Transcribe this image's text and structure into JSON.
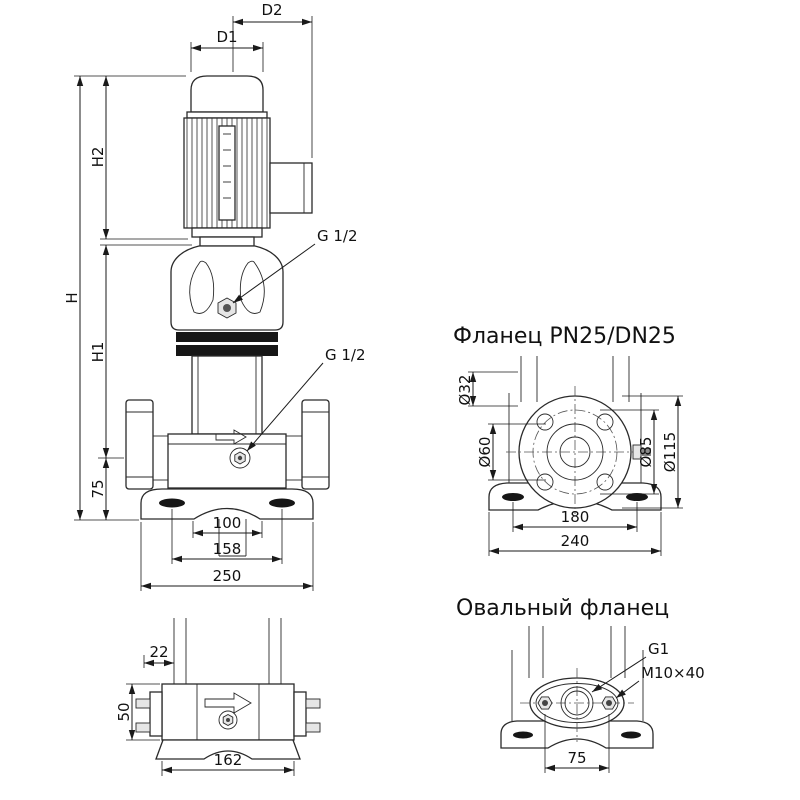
{
  "page": {
    "background": "#ffffff",
    "line_color": "#2a2a2a"
  },
  "main_view": {
    "d2": "D2",
    "d1": "D1",
    "h": "H",
    "h2": "H2",
    "h1": "H1",
    "v75": "75",
    "g12_top": "G 1/2",
    "g12_bottom": "G 1/2",
    "w100": "100",
    "w158": "158",
    "w250": "250"
  },
  "flange_view": {
    "title": "Фланец PN25/DN25",
    "d32": "Ø32",
    "d60": "Ø60",
    "d85": "Ø85",
    "d115": "Ø115",
    "w180": "180",
    "w240": "240"
  },
  "oval_view": {
    "title": "Овальный фланец",
    "g1": "G1",
    "m10x40": "M10×40",
    "w75": "75"
  },
  "side_view": {
    "w22": "22",
    "h50": "50",
    "w162": "162"
  }
}
